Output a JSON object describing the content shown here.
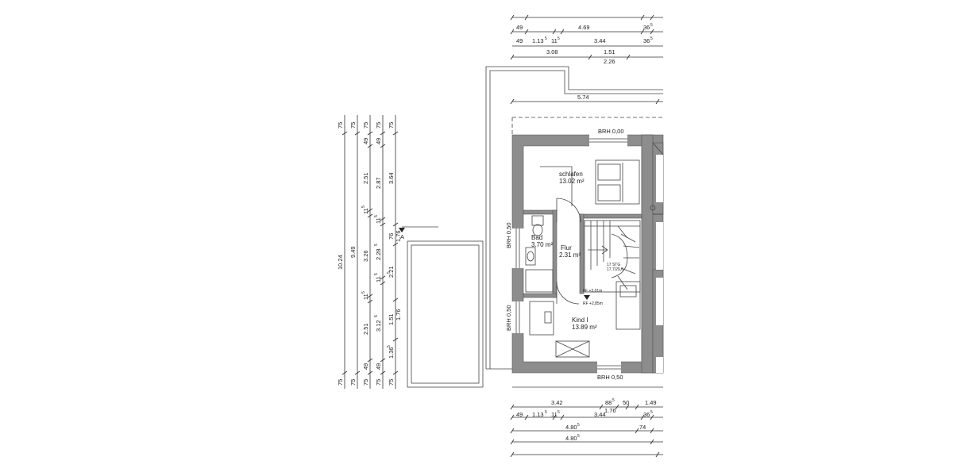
{
  "plan": {
    "rooms": [
      {
        "name": "schlafen",
        "area": "13.02 m²"
      },
      {
        "name": "Bad",
        "area": "3.70 m²"
      },
      {
        "name": "Flur",
        "area": "2.31 m²"
      },
      {
        "name": "Kind I",
        "area": "13.89 m²"
      }
    ],
    "brh_top": "BRH 0,00",
    "brh_bottom": "BRH 0,50",
    "brh_left_1": "BRH 0,50",
    "brh_left_2": "BRH 0,50",
    "stair_note_1": "17 STG",
    "stair_note_2": "17,7/29,0",
    "level_ff": "FF +3,01m",
    "level_rf": "RF +2,85m",
    "section_marker": "A"
  },
  "dims_top": {
    "row1": [
      "49",
      "4.69",
      "36"
    ],
    "row1_sup": [
      "5"
    ],
    "row2": [
      "49",
      "1.13",
      "11",
      "3.44",
      "36"
    ],
    "row2_sup": [
      "5",
      "5",
      "5"
    ],
    "row3": [
      "3.08",
      "1.51",
      "2.26"
    ],
    "row4": [
      "5.74"
    ]
  },
  "dims_bottom": {
    "row1": [
      "3.42",
      "88",
      "1.76",
      "50",
      "1.49"
    ],
    "row1_sup": [
      "5"
    ],
    "row2": [
      "49",
      "1.13",
      "11",
      "3.44",
      "36"
    ],
    "row2_sup": [
      "5",
      "5",
      "5"
    ],
    "row3": [
      "4.80",
      "74"
    ],
    "row3_sup": [
      "5"
    ],
    "row4": [
      "4.80"
    ],
    "row4_sup": [
      "5"
    ]
  },
  "dims_left": {
    "chain1": [
      "10.24"
    ],
    "chain1_75": [
      "75",
      "75"
    ],
    "chain2": [
      "9.49",
      "75",
      "75"
    ],
    "chain3": [
      "75",
      "49",
      "2.51",
      "11",
      "3.26",
      "11",
      "2.51",
      "49",
      "75"
    ],
    "chain3_sup": [
      "5",
      "5"
    ],
    "chain4": [
      "75",
      "49",
      "2.87",
      "11",
      "2.28",
      "11",
      "3.12",
      "49",
      "75"
    ],
    "chain4_sup": [
      "5",
      "5",
      "5",
      "5"
    ],
    "chain5": [
      "75",
      "3.64",
      "76",
      "2.21",
      "1.51",
      "1.36",
      "75"
    ],
    "chain5_sup": [
      "5",
      "5"
    ],
    "level": "1.76",
    "level2": "1.76"
  }
}
